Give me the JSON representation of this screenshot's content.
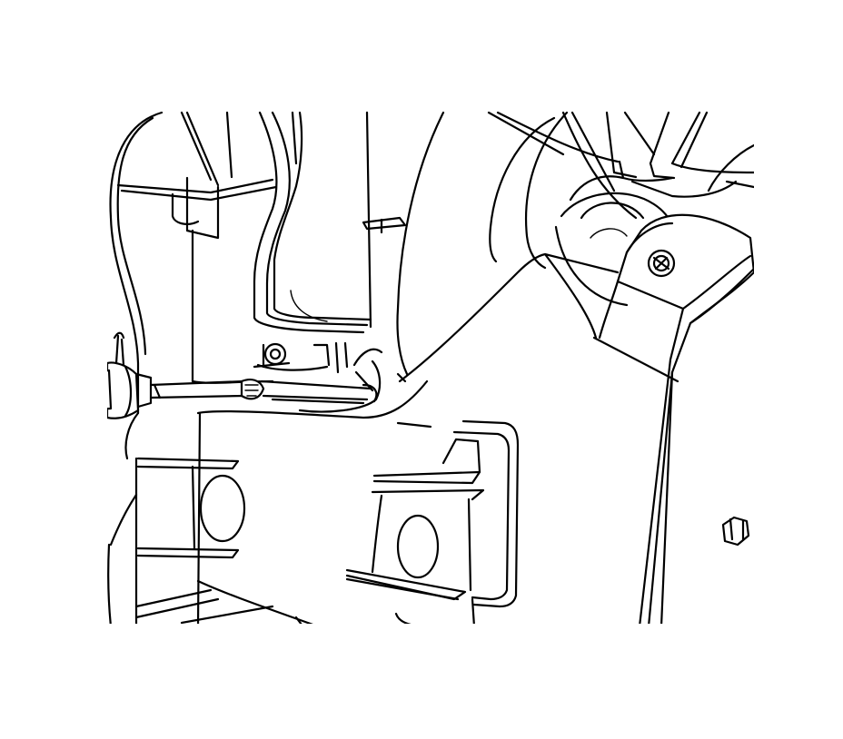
{
  "figure": {
    "type": "technical line illustration",
    "background": "#ffffff",
    "stroke_color": "#000000",
    "components": [
      "hvac-module-housing",
      "blower-motor-fan",
      "temperature-sensor",
      "sensor-wire",
      "electrical-connector",
      "mounting-bolt",
      "hex-nut",
      "screw",
      "mounting-bracket",
      "duct-outlet-left",
      "duct-outlet-right"
    ]
  }
}
